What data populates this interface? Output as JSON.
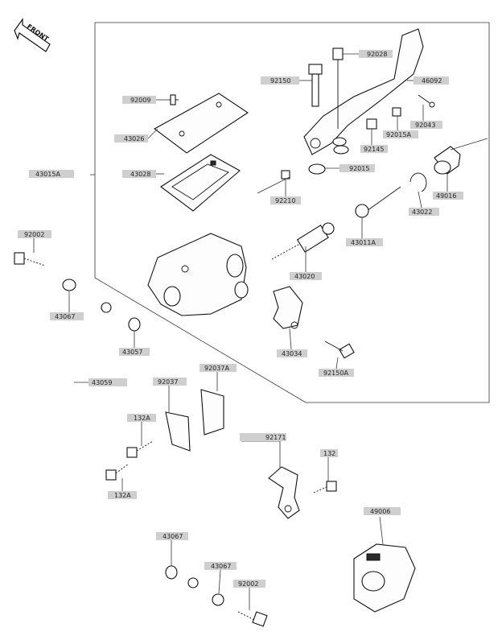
{
  "front_arrow_text": "FRONT",
  "labels": {
    "p92028": "92028",
    "p92150": "92150",
    "p46092": "46092",
    "p92009": "92009",
    "p43026": "43026",
    "p43028": "43028",
    "p43015A": "43015A",
    "p92043": "92043",
    "p92145": "92145",
    "p92015A": "92015A",
    "p92015": "92015",
    "p92210": "92210",
    "p49016": "49016",
    "p43022": "43022",
    "p43011A": "43011A",
    "p92002_top": "92002",
    "p43020": "43020",
    "p43067_a": "43067",
    "p43057": "43057",
    "p43034": "43034",
    "p92150A": "92150A",
    "p43059": "43059",
    "p92037": "92037",
    "p92037A": "92037A",
    "p132A_a": "132A",
    "p92171": "92171",
    "p132": "132",
    "p132A_b": "132A",
    "p49006": "49006",
    "p43067_b": "43067",
    "p43067_c": "43067",
    "p92002_bot": "92002"
  }
}
